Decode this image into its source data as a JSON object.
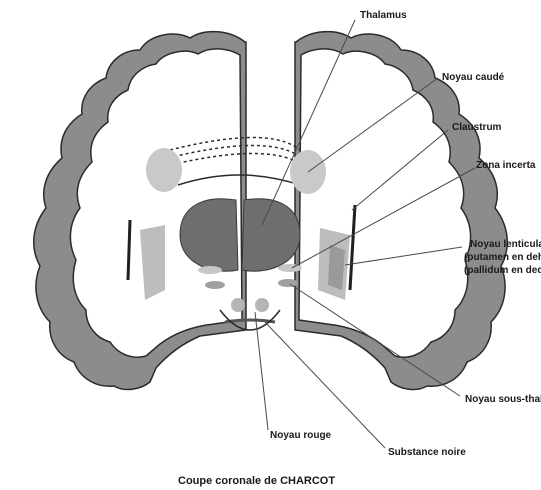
{
  "labels": {
    "thalamus": "Thalamus",
    "noyau_caude": "Noyau caudé",
    "claustrum": "Claustrum",
    "zona_incerta": "Zona incerta",
    "noyau_lenticulaire_1": "Noyau lenticula",
    "noyau_lenticulaire_2": "(putamen en deh",
    "noyau_lenticulaire_3": "(pallidum en ded",
    "noyau_sous_thalamique": "Noyau sous-thala",
    "noyau_rouge": "Noyau rouge",
    "substance_noire": "Substance noire"
  },
  "caption": "Coupe coronale de CHARCOT",
  "colors": {
    "thalamus": "#6e6e6e",
    "caudate": "#c9c9c9",
    "cortex": "#8c8c8c"
  }
}
